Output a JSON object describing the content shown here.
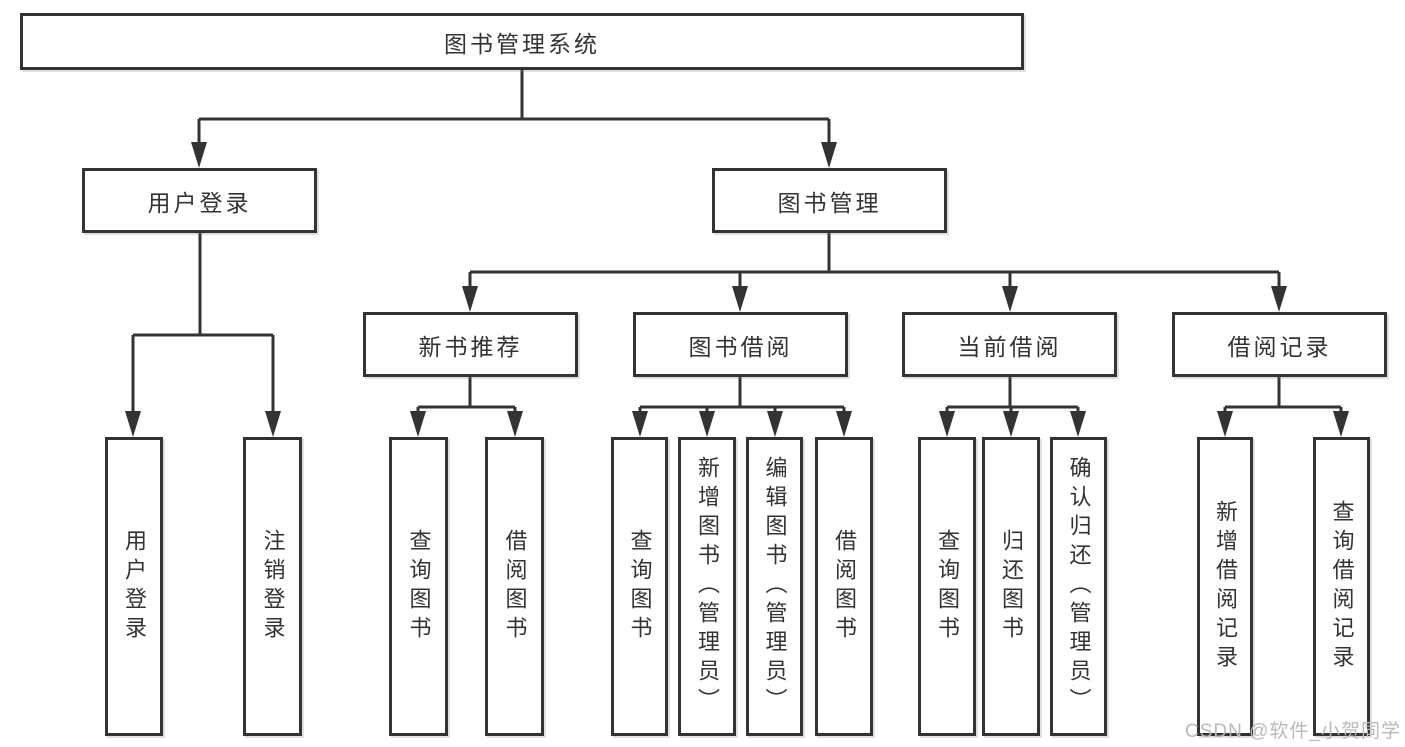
{
  "diagram": {
    "type": "hierarchy-tree",
    "nodes": {
      "root": {
        "label": "图书管理系统"
      },
      "user_login": {
        "label": "用户登录"
      },
      "book_mgmt": {
        "label": "图书管理"
      },
      "user_login_children": [
        {
          "label": "用户登录"
        },
        {
          "label": "注销登录"
        }
      ],
      "book_mgmt_children": [
        {
          "label": "新书推荐"
        },
        {
          "label": "图书借阅"
        },
        {
          "label": "当前借阅"
        },
        {
          "label": "借阅记录"
        }
      ],
      "new_book_children": [
        {
          "label": "查询图书"
        },
        {
          "label": "借阅图书"
        }
      ],
      "book_borrow_children": [
        {
          "label": "查询图书"
        },
        {
          "label": "新增图书（管理员）"
        },
        {
          "label": "编辑图书（管理员）"
        },
        {
          "label": "借阅图书"
        }
      ],
      "current_borrow_children": [
        {
          "label": "查询图书"
        },
        {
          "label": "归还图书"
        },
        {
          "label": "确认归还（管理员）"
        }
      ],
      "borrow_record_children": [
        {
          "label": "新增借阅记录"
        },
        {
          "label": "查询借阅记录"
        }
      ]
    },
    "colors": {
      "line": "#333333",
      "box_border": "#333333",
      "text": "#333333",
      "background": "#ffffff",
      "watermark": "#b9b9bc"
    },
    "watermark": "CSDN @软件_小贺同学"
  }
}
